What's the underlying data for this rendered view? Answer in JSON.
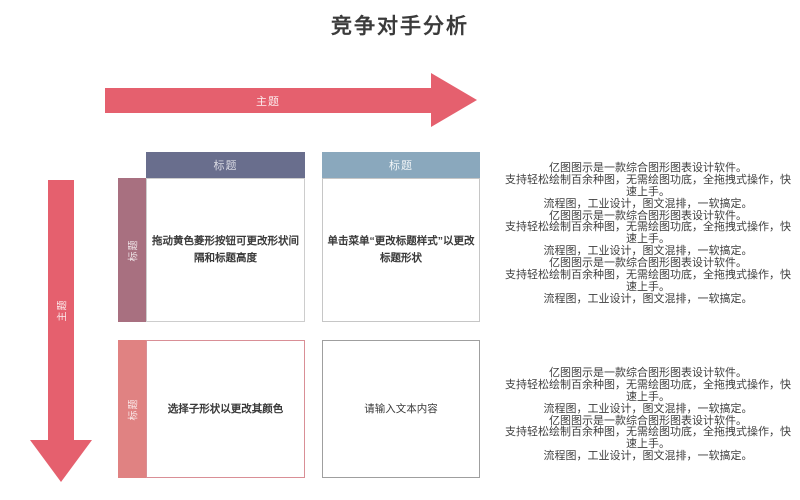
{
  "title": "竞争对手分析",
  "arrows": {
    "horizontal_label": "主题",
    "vertical_label": "主题",
    "color": "#e5606e"
  },
  "matrix": {
    "top_left": {
      "header_label": "标题",
      "side_label": "标题",
      "body_text": "拖动黄色菱形按钮可更改形状间隔和标题高度",
      "header_color": "#696e8d",
      "side_color": "#a87080"
    },
    "top_right": {
      "header_label": "标题",
      "body_text": "单击菜单“更改标题样式”以更改标题形状",
      "header_color": "#8aa8bd"
    },
    "bottom_left": {
      "side_label": "标题",
      "body_text": "选择子形状以更改其颜色",
      "side_color": "#e08282",
      "border_color": "#d98f96"
    },
    "bottom_right": {
      "body_text": "请输入文本内容"
    }
  },
  "right_panel": {
    "top_block_lines": [
      "亿图图示是一款综合图形图表设计软件。",
      "支持轻松绘制百余种图，无需绘图功底，全拖拽式操作，快速上手。",
      "流程图，工业设计，图文混排，一软搞定。",
      "亿图图示是一款综合图形图表设计软件。",
      "支持轻松绘制百余种图，无需绘图功底，全拖拽式操作，快速上手。",
      "流程图，工业设计，图文混排，一软搞定。",
      "亿图图示是一款综合图形图表设计软件。",
      "支持轻松绘制百余种图，无需绘图功底，全拖拽式操作，快速上手。",
      "流程图，工业设计，图文混排，一软搞定。"
    ],
    "bottom_block_lines": [
      "亿图图示是一款综合图形图表设计软件。",
      "支持轻松绘制百余种图，无需绘图功底，全拖拽式操作，快速上手。",
      "流程图，工业设计，图文混排，一软搞定。",
      "亿图图示是一款综合图形图表设计软件。",
      "支持轻松绘制百余种图，无需绘图功底，全拖拽式操作，快速上手。",
      "流程图，工业设计，图文混排，一软搞定。"
    ]
  }
}
